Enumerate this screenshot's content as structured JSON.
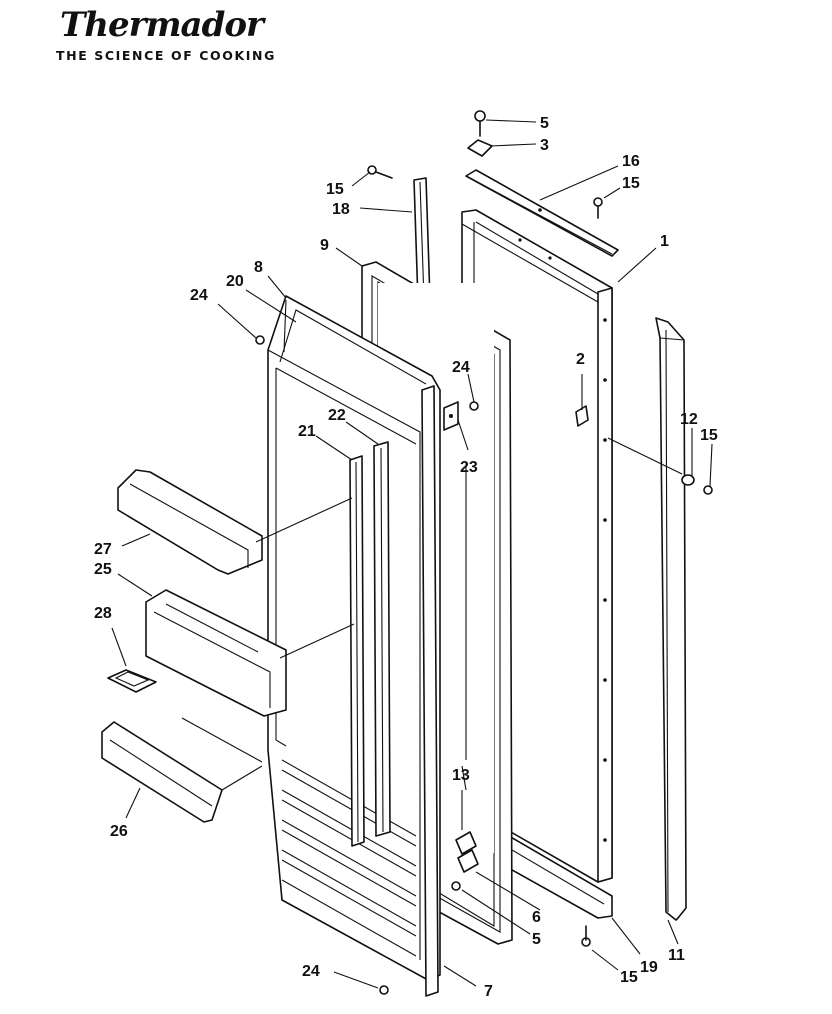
{
  "brand": {
    "name": "Thermador",
    "tagline": "THE SCIENCE OF COOKING"
  },
  "callouts": [
    {
      "id": "c5a",
      "text": "5"
    },
    {
      "id": "c3",
      "text": "3"
    },
    {
      "id": "c16",
      "text": "16"
    },
    {
      "id": "c15a",
      "text": "15"
    },
    {
      "id": "c15b",
      "text": "15"
    },
    {
      "id": "c18",
      "text": "18"
    },
    {
      "id": "c9",
      "text": "9"
    },
    {
      "id": "c1",
      "text": "1"
    },
    {
      "id": "c8",
      "text": "8"
    },
    {
      "id": "c20",
      "text": "20"
    },
    {
      "id": "c24a",
      "text": "24"
    },
    {
      "id": "c24b",
      "text": "24"
    },
    {
      "id": "c2",
      "text": "2"
    },
    {
      "id": "c12",
      "text": "12"
    },
    {
      "id": "c15c",
      "text": "15"
    },
    {
      "id": "c23",
      "text": "23"
    },
    {
      "id": "c22",
      "text": "22"
    },
    {
      "id": "c21",
      "text": "21"
    },
    {
      "id": "c27",
      "text": "27"
    },
    {
      "id": "c25",
      "text": "25"
    },
    {
      "id": "c28",
      "text": "28"
    },
    {
      "id": "c26",
      "text": "26"
    },
    {
      "id": "c13",
      "text": "13"
    },
    {
      "id": "c6",
      "text": "6"
    },
    {
      "id": "c5b",
      "text": "5"
    },
    {
      "id": "c19",
      "text": "19"
    },
    {
      "id": "c11",
      "text": "11"
    },
    {
      "id": "c15d",
      "text": "15"
    },
    {
      "id": "c24c",
      "text": "24"
    },
    {
      "id": "c7",
      "text": "7"
    }
  ]
}
